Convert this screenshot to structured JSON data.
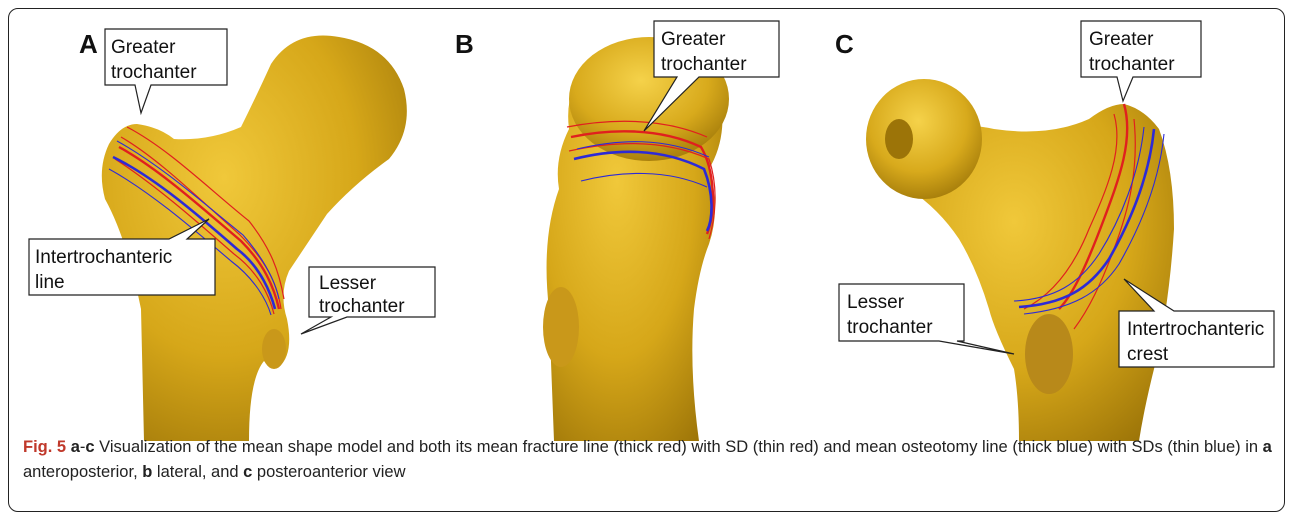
{
  "panels": [
    {
      "letter": "A",
      "callouts": [
        {
          "lines": [
            "Greater",
            "trochanter"
          ]
        },
        {
          "lines": [
            "Intertrochanteric",
            "line"
          ]
        },
        {
          "lines": [
            "Lesser",
            "trochanter"
          ]
        }
      ]
    },
    {
      "letter": "B",
      "callouts": [
        {
          "lines": [
            "Greater",
            "trochanter"
          ]
        }
      ]
    },
    {
      "letter": "C",
      "callouts": [
        {
          "lines": [
            "Greater",
            "trochanter"
          ]
        },
        {
          "lines": [
            "Lesser",
            "trochanter"
          ]
        },
        {
          "lines": [
            "Intertrochanteric",
            "crest"
          ]
        }
      ]
    }
  ],
  "caption": {
    "fig_label": "Fig. 5",
    "range_a": "a",
    "range_dash": "-",
    "range_c": "c",
    "text1": " Visualization of the mean shape model and both its mean fracture line (thick red) with SD (thin red) and mean osteotomy line (thick blue) with SDs (thin blue) in ",
    "view_a": "a",
    "text2": " anteroposterior, ",
    "view_b": "b",
    "text3": " lateral, and ",
    "view_c": "c",
    "text4": " posteroanterior view"
  },
  "colors": {
    "bone": "#d6a719",
    "bone_dark": "#a57c0a",
    "fracture_line": "#e0201e",
    "osteotomy_line": "#2d2ad6"
  }
}
